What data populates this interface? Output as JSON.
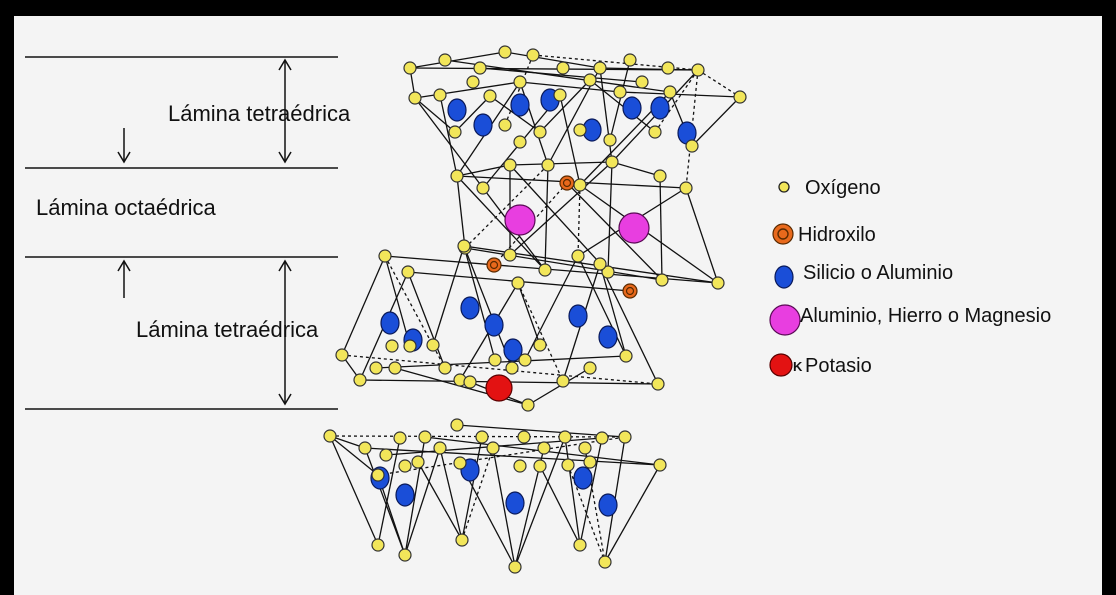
{
  "labels": {
    "top_tetra": "Lámina tetraédrica",
    "octa": "Lámina octaédrica",
    "bottom_tetra": "Lámina tetraédrica"
  },
  "legend": [
    {
      "key": "oxygen",
      "label": "Oxígeno",
      "color": "#f2e65a"
    },
    {
      "key": "hydroxyl",
      "label": "Hidroxilo",
      "color": "#e8691c"
    },
    {
      "key": "silicon",
      "label": "Silicio o Aluminio",
      "color": "#1a4ed8"
    },
    {
      "key": "octahedral",
      "label": "Aluminio, Hierro o Magnesio",
      "color": "#e83ee0"
    },
    {
      "key": "potassium",
      "label": "Potasio",
      "color": "#e31212"
    }
  ],
  "potassium_symbol": "K"
}
